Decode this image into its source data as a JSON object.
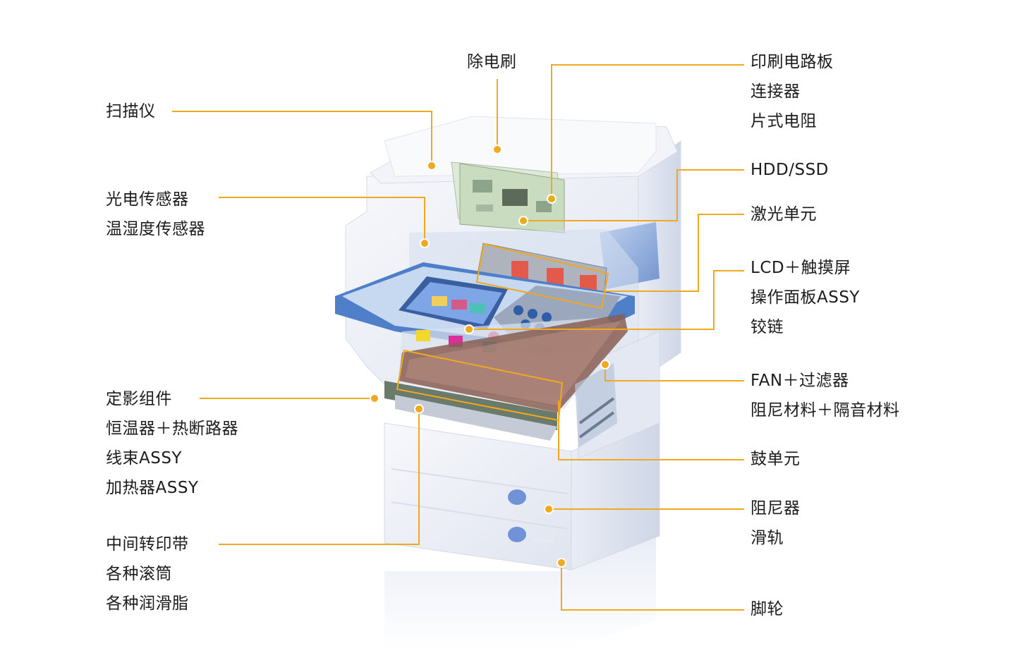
{
  "labels": {
    "remove_brush": [
      "除电刷"
    ],
    "scanner": [
      "扫描仪"
    ],
    "sensors": [
      "光电传感器",
      "温湿度传感器"
    ],
    "pcb": [
      "印刷电路板",
      "连接器",
      "片式电阻"
    ],
    "hdd": [
      "HDD/SSD"
    ],
    "laser": [
      "激光单元"
    ],
    "panel": [
      "LCD＋触摸屏",
      "操作面板ASSY",
      "铰链"
    ],
    "fan": [
      "FAN＋过滤器",
      "阻尼材料＋隔音材料"
    ],
    "drum": [
      "鼓单元"
    ],
    "damper": [
      "阻尼器",
      "滑轨"
    ],
    "caster": [
      "脚轮"
    ],
    "fuser": [
      "定影组件",
      "恒温器＋热断路器",
      "线束ASSY",
      "加热器ASSY"
    ],
    "belt": [
      "中间转印带",
      "各种滚筒",
      "各种润滑脂"
    ]
  },
  "colors": {
    "leader": "#f0a81e",
    "text": "#1c1c1c",
    "machine_body": "#eef1f8",
    "panel_blue": "#3d6fb8"
  }
}
